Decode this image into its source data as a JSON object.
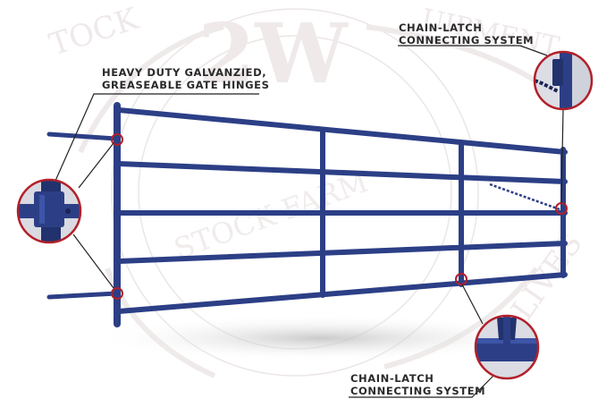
{
  "watermark": {
    "center_text": "2W",
    "arc_text_left": "TOCK",
    "arc_text_right": "UIPMENT",
    "arc_text_mid": "STOCK FARM",
    "arc_text_lower": "LIVES"
  },
  "callouts": {
    "hinges": {
      "line1": "HEAVY DUTY GALVANZIED,",
      "line2": "GREASEABLE GATE HINGES"
    },
    "latch_top": {
      "line1": "CHAIN-LATCH",
      "line2": "CONNECTING SYSTEM"
    },
    "latch_bottom": {
      "line1": "CHAIN-LATCH",
      "line2": "CONNECTING SYSTEM"
    }
  },
  "colors": {
    "gate_blue": "#2c3f86",
    "gate_blue_dark": "#1f2e66",
    "callout_red": "#b2202a",
    "leader_line": "#222222",
    "watermark": "#e9e3e3",
    "label_text": "#2a2a2a"
  }
}
